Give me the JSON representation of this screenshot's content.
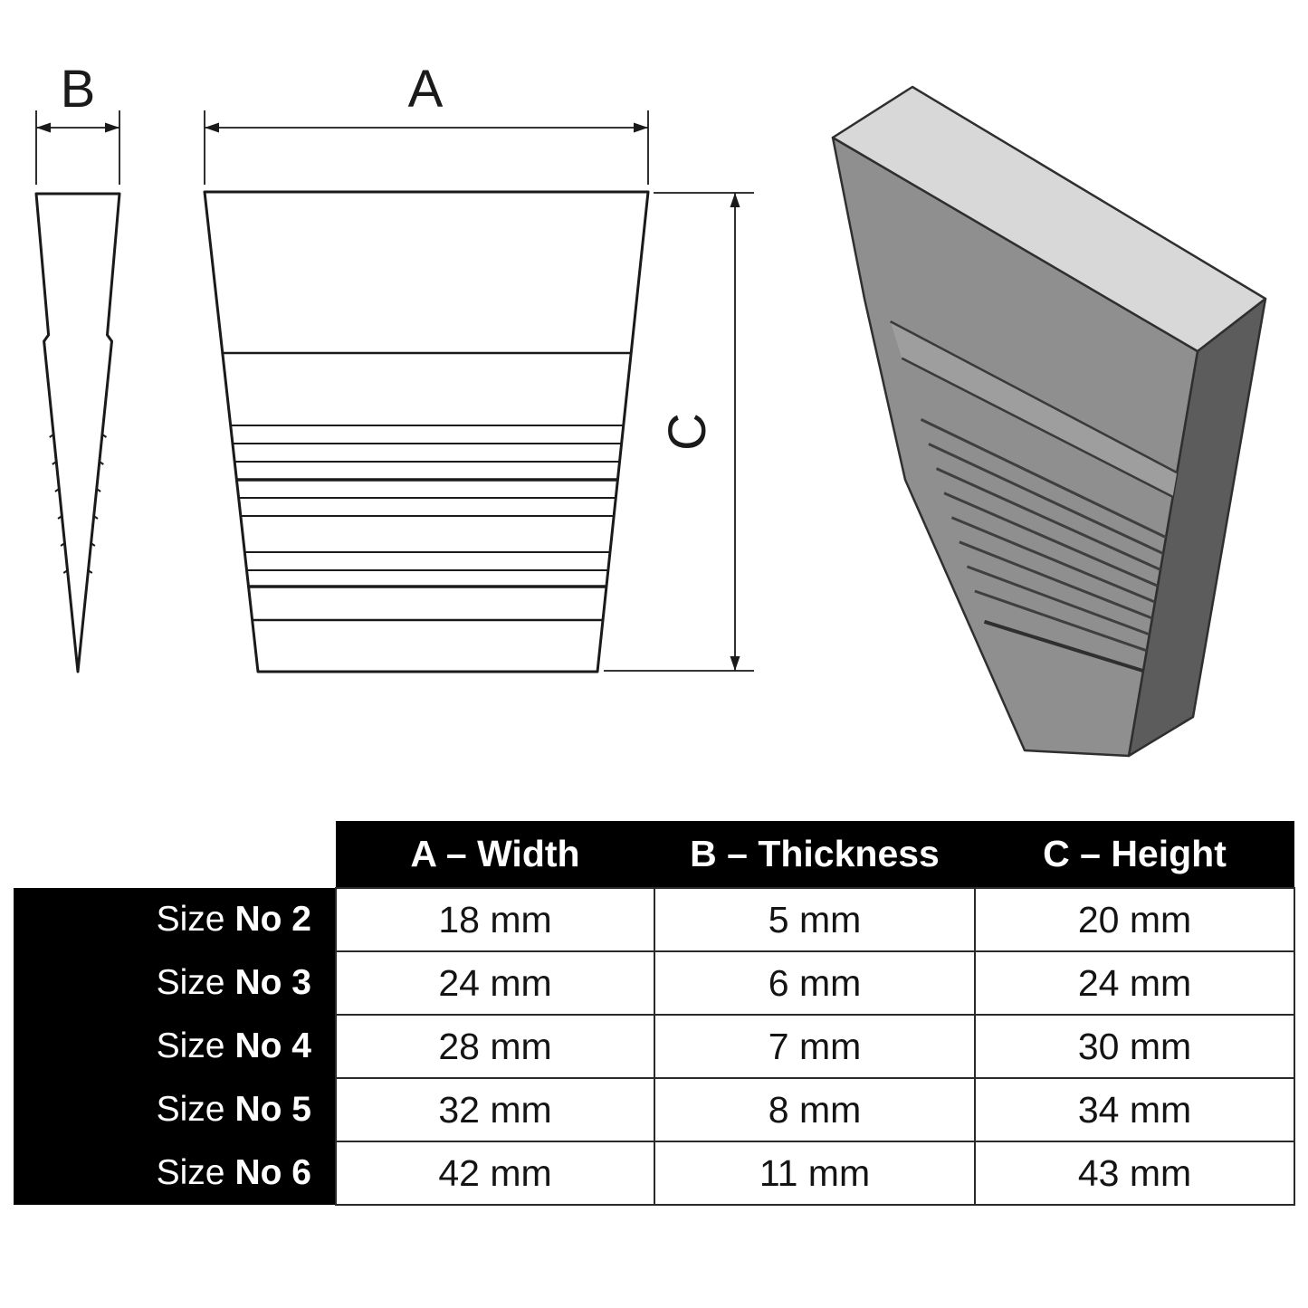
{
  "figure": {
    "labels": {
      "a": "A",
      "b": "B",
      "c": "C"
    }
  },
  "table": {
    "col_headers": [
      "A – Width",
      "B – Thickness",
      "C – Height"
    ],
    "rows": [
      {
        "label_prefix": "Size",
        "label_no": "No 2",
        "a": "18 mm",
        "b": "5 mm",
        "c": "20 mm"
      },
      {
        "label_prefix": "Size",
        "label_no": "No 3",
        "a": "24 mm",
        "b": "6 mm",
        "c": "24 mm"
      },
      {
        "label_prefix": "Size",
        "label_no": "No 4",
        "a": "28 mm",
        "b": "7 mm",
        "c": "30 mm"
      },
      {
        "label_prefix": "Size",
        "label_no": "No 5",
        "a": "32 mm",
        "b": "8 mm",
        "c": "34 mm"
      },
      {
        "label_prefix": "Size",
        "label_no": "No 6",
        "a": "42 mm",
        "b": "11 mm",
        "c": "43 mm"
      }
    ]
  },
  "colors": {
    "line": "#1a1a1a",
    "table_header_bg": "#000000",
    "face_front": "#8f8f8f",
    "face_top": "#d8d8d8",
    "face_side": "#5c5c5c"
  }
}
